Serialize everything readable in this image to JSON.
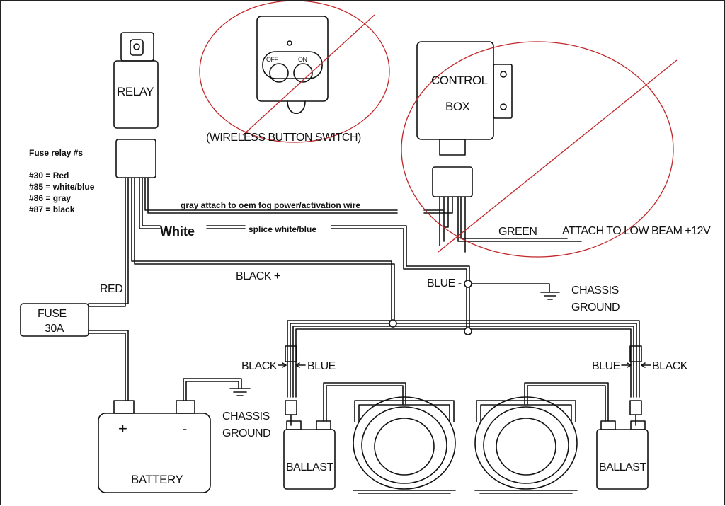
{
  "labels": {
    "relay": "RELAY",
    "wireless_switch": "(WIRELESS BUTTON SWITCH)",
    "switch_off": "OFF",
    "switch_on": "ON",
    "control_box_line1": "CONTROL",
    "control_box_line2": "BOX",
    "gray_wire": "gray attach to oem fog power/activation  wire",
    "white": "White",
    "splice": "splice white/blue",
    "green": "GREEN",
    "attach_low_beam": "ATTACH TO LOW BEAM +12V",
    "red": "RED",
    "black_plus": "BLACK +",
    "blue_minus": "BLUE -",
    "chassis_ground_right_1": "CHASSIS",
    "chassis_ground_right_2": "GROUND",
    "fuse_line1": "FUSE",
    "fuse_line2": "30A",
    "black_left": "BLACK",
    "blue_left": "BLUE",
    "blue_right": "BLUE",
    "black_right": "BLACK",
    "chassis_ground_left_1": "CHASSIS",
    "chassis_ground_left_2": "GROUND",
    "battery": "BATTERY",
    "plus": "+",
    "minus": "-",
    "ballast_left": "BALLAST",
    "ballast_right": "BALLAST"
  },
  "fuse_legend": {
    "title": "Fuse relay #s",
    "entries": [
      "#30 = Red",
      "#85 = white/blue",
      "#86 = gray",
      "#87 = black"
    ]
  },
  "colors": {
    "line": "#111111",
    "strike": "#c0282a"
  }
}
